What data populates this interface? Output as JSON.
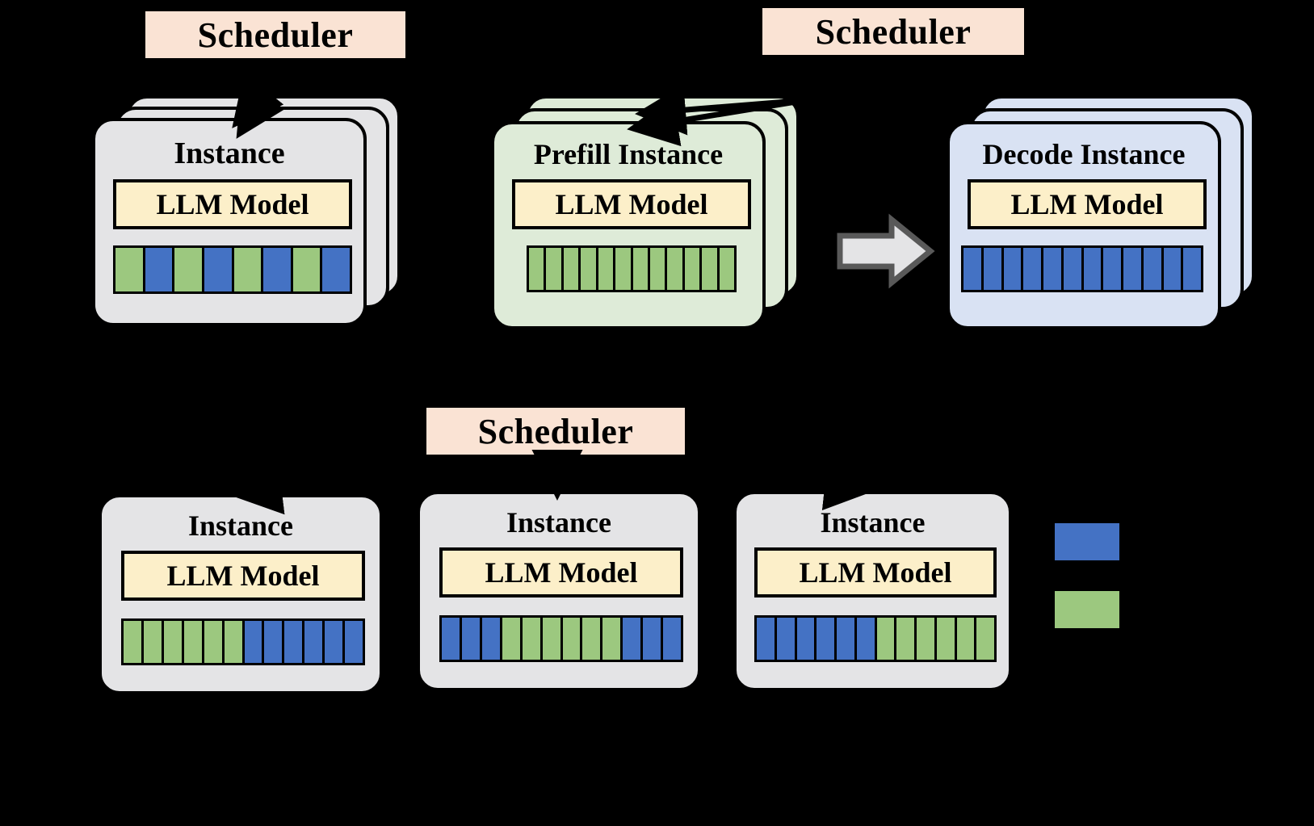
{
  "figure": {
    "background": "#000000",
    "palette": {
      "scheduler_fill": "#FAE3D4",
      "instance_gray_fill": "#E4E4E6",
      "prefill_green_fill": "#DEEBD8",
      "decode_blue_fill": "#D9E2F3",
      "model_fill": "#FCEFC9",
      "token_blue": "#4472C4",
      "token_green": "#9CC87F",
      "outline": "#000000",
      "big_arrow_fill": "#E4E4E6",
      "big_arrow_stroke": "#595959"
    }
  },
  "schedulers": [
    {
      "id": "scheduler-top-left",
      "label": "Scheduler"
    },
    {
      "id": "scheduler-top-right",
      "label": "Scheduler"
    },
    {
      "id": "scheduler-bottom",
      "label": "Scheduler"
    }
  ],
  "groups": {
    "colocated": {
      "instance": {
        "title": "Instance",
        "model_label": "LLM Model",
        "blocks": [
          "green",
          "blue",
          "green",
          "blue",
          "green",
          "blue",
          "green",
          "blue"
        ]
      }
    },
    "disaggregated": {
      "prefill": {
        "title": "Prefill Instance",
        "model_label": "LLM Model",
        "blocks": [
          "green",
          "green",
          "green",
          "green",
          "green",
          "green",
          "green",
          "green",
          "green",
          "green",
          "green",
          "green"
        ]
      },
      "decode": {
        "title": "Decode Instance",
        "model_label": "LLM Model",
        "blocks": [
          "blue",
          "blue",
          "blue",
          "blue",
          "blue",
          "blue",
          "blue",
          "blue",
          "blue",
          "blue",
          "blue",
          "blue"
        ]
      },
      "transfer_arrow": "kv-cache-transfer-arrow"
    },
    "chunked": {
      "instances": [
        {
          "title": "Instance",
          "model_label": "LLM Model",
          "blocks": [
            "green",
            "green",
            "green",
            "green",
            "green",
            "green",
            "blue",
            "blue",
            "blue",
            "blue",
            "blue",
            "blue"
          ]
        },
        {
          "title": "Instance",
          "model_label": "LLM Model",
          "blocks": [
            "blue",
            "blue",
            "blue",
            "green",
            "green",
            "green",
            "green",
            "green",
            "green",
            "blue",
            "blue",
            "blue"
          ]
        },
        {
          "title": "Instance",
          "model_label": "LLM Model",
          "blocks": [
            "blue",
            "blue",
            "blue",
            "blue",
            "blue",
            "blue",
            "green",
            "green",
            "green",
            "green",
            "green",
            "green"
          ]
        }
      ]
    }
  },
  "legend": {
    "items": [
      {
        "id": "legend-decode-swatch",
        "color": "#4472C4",
        "label": ""
      },
      {
        "id": "legend-prefill-swatch",
        "color": "#9CC87F",
        "label": ""
      }
    ]
  }
}
